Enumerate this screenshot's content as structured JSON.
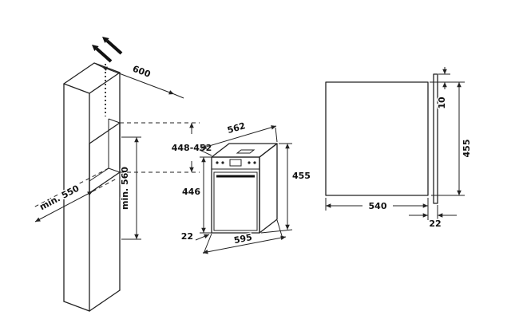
{
  "figure": {
    "left_view": {
      "labels": {
        "cabinet_depth": "600",
        "min_diag": "min. 550",
        "min_vert": "min. 560",
        "niche_height": "448-452",
        "oven_depth": "562",
        "oven_height": "455",
        "front_height": "446",
        "overhang": "22",
        "oven_width": "595"
      }
    },
    "right_view": {
      "labels": {
        "top_gap": "10",
        "height": "455",
        "depth": "540",
        "door": "22"
      }
    }
  }
}
